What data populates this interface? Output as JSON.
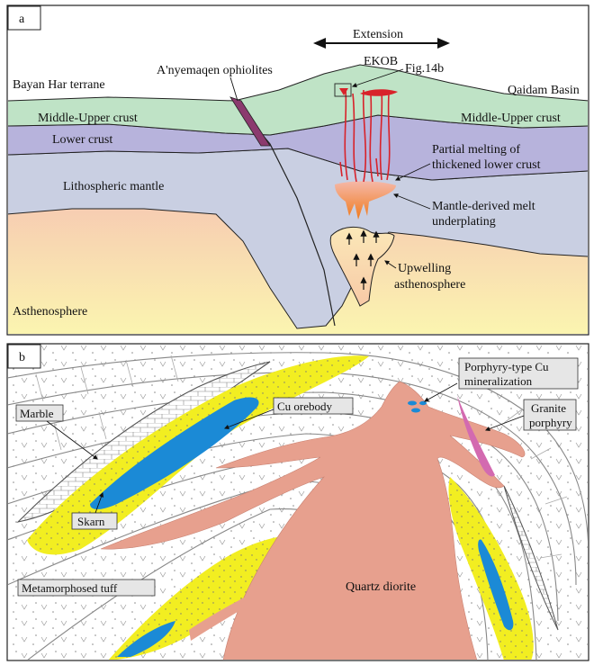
{
  "panel_a": {
    "tag": "a",
    "extension": "Extension",
    "ekob": "EKOB",
    "fig_ref": "Fig.14b",
    "bayan_har": "Bayan Har terrane",
    "qaidam": "Qaidam Basin",
    "ophiolites": "A'nyemaqen ophiolites",
    "mu_crust_left": "Middle-Upper crust",
    "mu_crust_right": "Middle-Upper crust",
    "lower_crust": "Lower crust",
    "litho_mantle": "Lithospheric mantle",
    "asthenosphere": "Asthenosphere",
    "partial_melting_1": "Partial melting of",
    "partial_melting_2": "thickened lower crust",
    "mantle_melt_1": "Mantle-derived melt",
    "mantle_melt_2": "underplating",
    "upwelling_1": "Upwelling",
    "upwelling_2": "asthenosphere"
  },
  "panel_b": {
    "tag": "b",
    "porphyry_cu_1": "Porphyry-type Cu",
    "porphyry_cu_2": "mineralization",
    "cu_orebody": "Cu orebody",
    "granite_1": "Granite",
    "granite_2": "porphyry",
    "marble": "Marble",
    "skarn": "Skarn",
    "met_tuff": "Metamorphosed tuff",
    "quartz_diorite": "Quartz diorite"
  },
  "colors": {
    "middle_upper_crust": "#bfe3c6",
    "lower_crust": "#b7b3dc",
    "litho_mantle": "#c9cfe2",
    "asthenosphere_top": "#f6c4b2",
    "asthenosphere_bottom": "#fbf5b0",
    "ophiolite": "#8b3a6e",
    "intrusion": "#e7a08e",
    "skarn": "#f2ee21",
    "orebody": "#1b8ad6",
    "granite_porphyry": "#d36ab0",
    "melt_red": "#d8222a",
    "melt_orange": "#f08a1c"
  }
}
